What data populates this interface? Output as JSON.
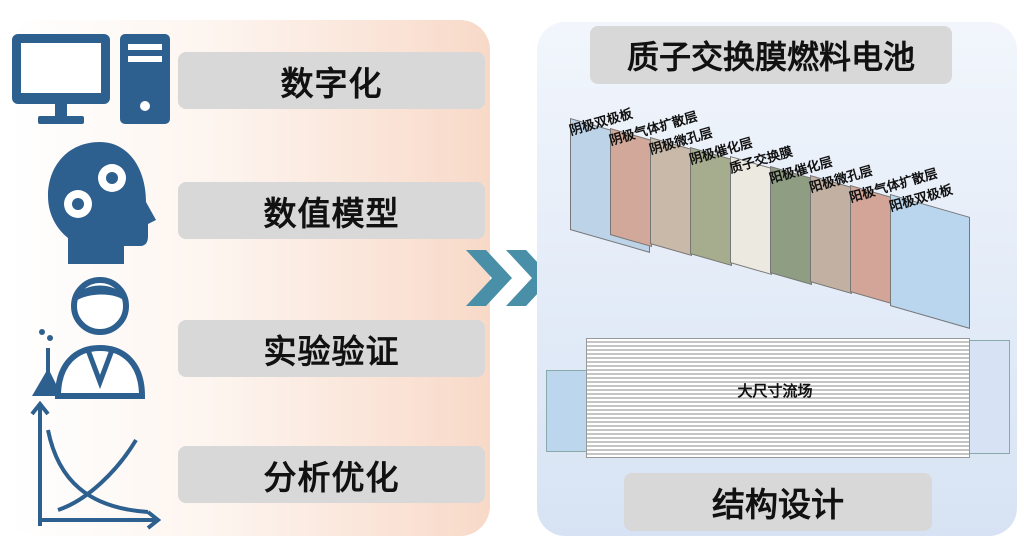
{
  "left": {
    "steps": [
      {
        "label": "数字化",
        "icon": "computer-icon"
      },
      {
        "label": "数值模型",
        "icon": "head-gears-icon"
      },
      {
        "label": "实验验证",
        "icon": "scientist-icon"
      },
      {
        "label": "分析优化",
        "icon": "curve-graph-icon"
      }
    ]
  },
  "arrow_icon": "double-chevron-right-icon",
  "right": {
    "title": "质子交换膜燃料电池",
    "layers": [
      {
        "label": "阴极双极板",
        "color": "#bcd3e8"
      },
      {
        "label": "阴极气体扩散层",
        "color": "#d2a89a"
      },
      {
        "label": "阴极微孔层",
        "color": "#c9b9a9"
      },
      {
        "label": "阴极催化层",
        "color": "#a6ad8e"
      },
      {
        "label": "质子交换膜",
        "color": "#eceae0"
      },
      {
        "label": "阳极催化层",
        "color": "#8f9e82"
      },
      {
        "label": "阳极微孔层",
        "color": "#c2b1a3"
      },
      {
        "label": "阳极气体扩散层",
        "color": "#d2a598"
      },
      {
        "label": "阳极双极板",
        "color": "#b9d6ee"
      }
    ],
    "flow_field_label": "大尺寸流场",
    "bottom_title": "结构设计"
  },
  "colors": {
    "icon_blue": "#2d5f8f",
    "arrow_teal": "#4a8fa8"
  }
}
